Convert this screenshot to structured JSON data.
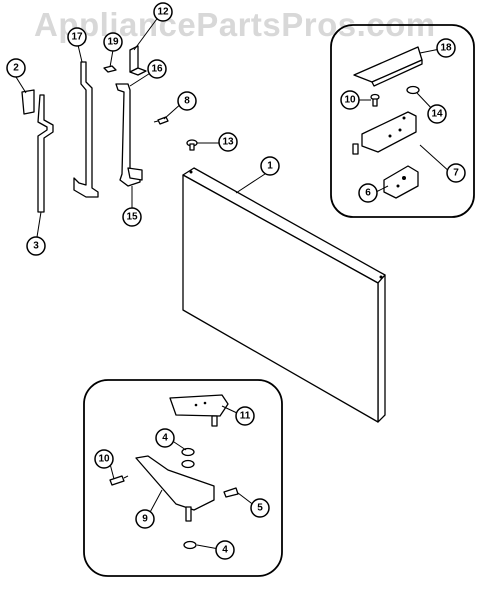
{
  "watermark": "AppliancePartsPros.com",
  "callouts": [
    "1",
    "2",
    "3",
    "4",
    "5",
    "6",
    "7",
    "8",
    "9",
    "10",
    "11",
    "12",
    "13",
    "14",
    "15",
    "16",
    "18",
    "19"
  ]
}
